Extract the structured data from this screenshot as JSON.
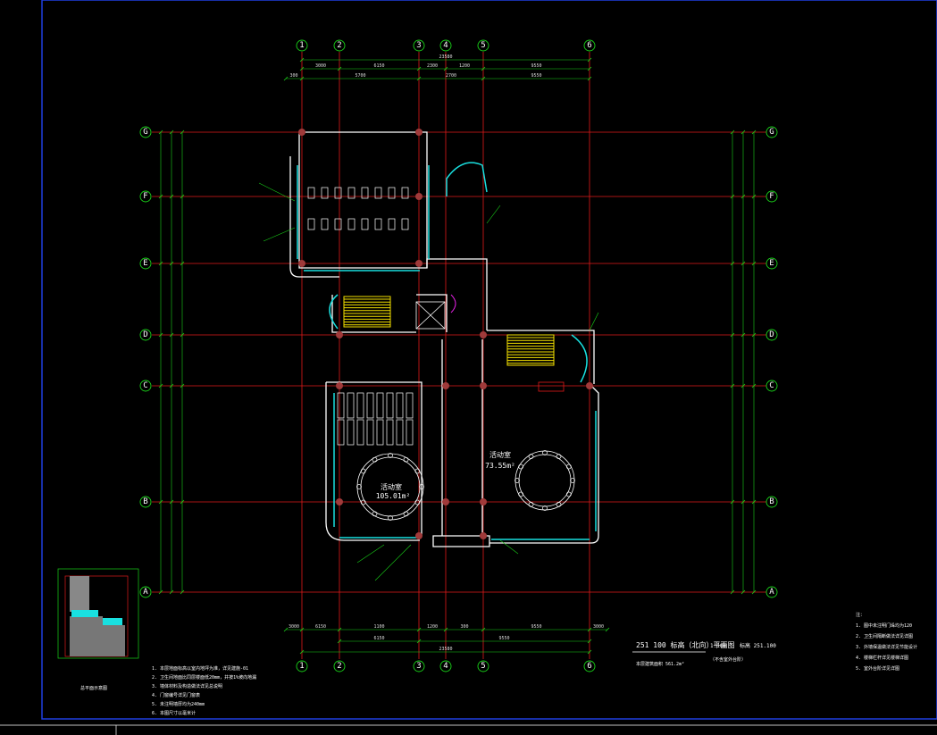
{
  "drawing": {
    "title_block": {
      "title": "251 100 标高（北向）平面图",
      "scale": "1:100",
      "note1": "标高 251.100",
      "note2": "本层建筑面积 561.2m²",
      "note3": "（不含室外台阶）"
    },
    "grid_columns": [
      "1",
      "2",
      "3",
      "4",
      "5",
      "6"
    ],
    "grid_rows": [
      "G",
      "F",
      "E",
      "D",
      "C",
      "B",
      "A"
    ],
    "top_dims": {
      "overall": "23580",
      "row1": [
        "3000",
        "6150",
        "2300",
        "1200",
        "9550"
      ],
      "row2": [
        "300",
        "5700",
        "2700",
        "9550"
      ]
    },
    "bottom_dims": {
      "overall": "23580",
      "row1": [
        "3000",
        "6150",
        "1100",
        "1200",
        "300",
        "9550",
        "3000"
      ],
      "row2": [
        "6150",
        "9550"
      ]
    },
    "rooms": [
      {
        "name": "活动室",
        "area": "105.01m²"
      },
      {
        "name": "活动室",
        "area": "73.55m²"
      }
    ],
    "colors": {
      "grid_line": "#e01b1b",
      "grid_bubble": "#19d219",
      "wall": "#ffffff",
      "glazing": "#19e0e0",
      "stairs": "#f3e100",
      "dimension": "#19d219",
      "frame": "#1f3fe0"
    },
    "key_plan": {
      "label": "总平面示意图"
    },
    "notes_left": [
      "1. 本层地面标高以室内地坪为准，详见建施-01",
      "2. 卫生间地面比同层楼面低20mm，并按1%坡向地漏",
      "3. 墙体材料及构造做法详见总说明",
      "4. 门窗编号详见门窗表",
      "5. 未注明墙厚均为240mm",
      "6. 本图尺寸以毫米计"
    ],
    "notes_right": [
      "注：",
      "1. 图中未注明门垛均为120",
      "2. 卫生间隔断做法详见详图",
      "3. 外墙保温做法详见节能设计",
      "4. 楼梯栏杆详见楼梯详图",
      "5. 室外台阶详见详图"
    ]
  }
}
